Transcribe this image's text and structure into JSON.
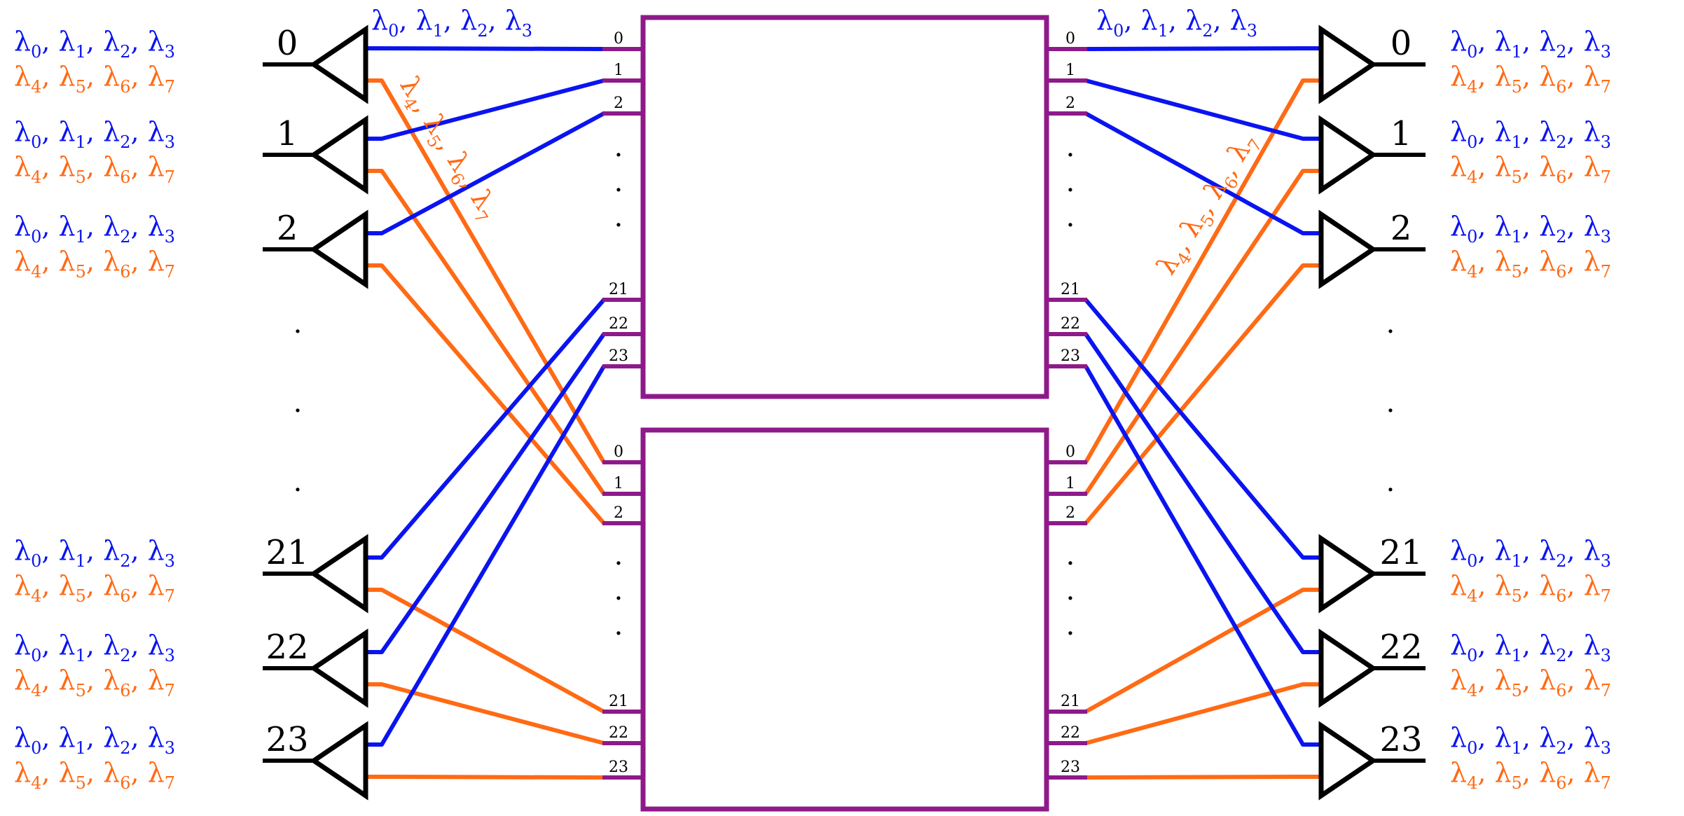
{
  "colors": {
    "blue": "#0a14f0",
    "orange": "#ff6a14",
    "purple": "#8e1a8a",
    "black": "#000000"
  },
  "terminal_ids": [
    "0",
    "1",
    "2",
    "21",
    "22",
    "23"
  ],
  "port_ids": [
    "0",
    "1",
    "2",
    "21",
    "22",
    "23"
  ],
  "group_a": [
    "0",
    "1",
    "2",
    "3"
  ],
  "group_b": [
    "4",
    "5",
    "6",
    "7"
  ],
  "lambda_symbol": "λ",
  "separator": ", ",
  "dots": "·",
  "icons": {
    "terminal_left": "triangle-pointing-left-icon",
    "terminal_right": "triangle-pointing-right-icon"
  }
}
